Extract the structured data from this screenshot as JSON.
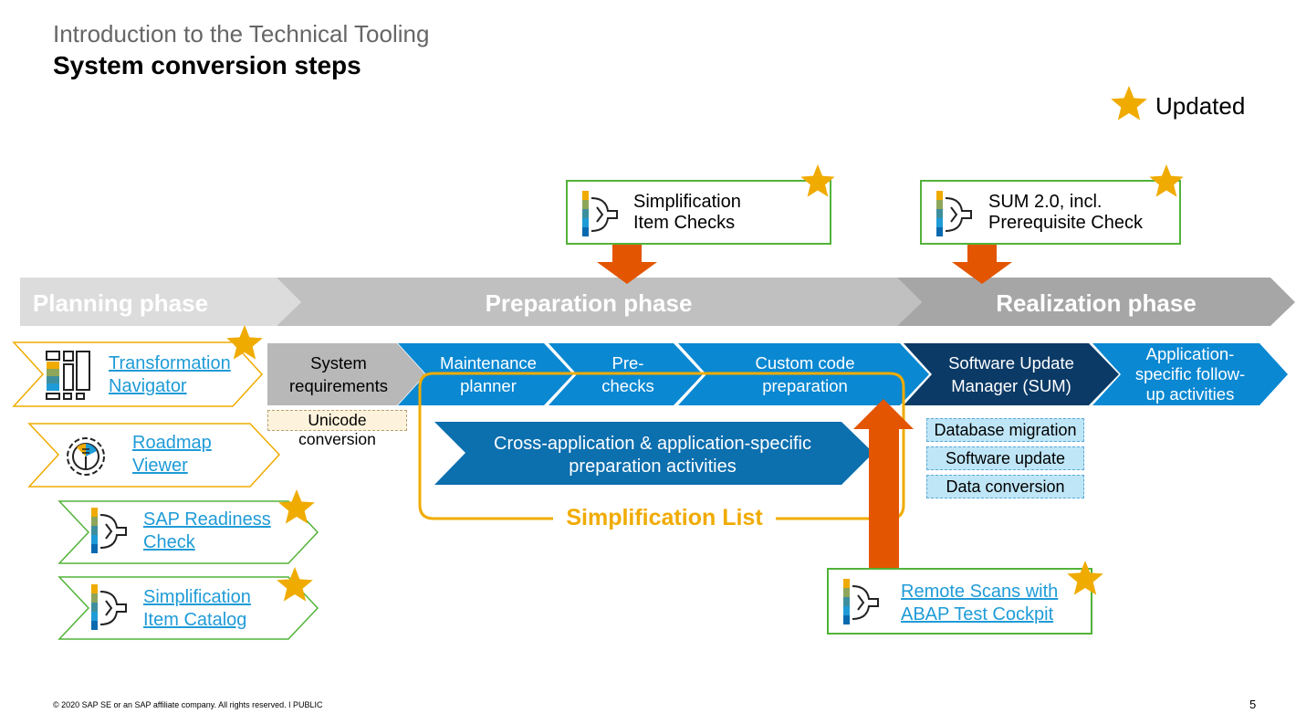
{
  "header": {
    "subtitle": "Introduction to the Technical Tooling",
    "title": "System conversion steps"
  },
  "legend": {
    "label": "Updated",
    "icon": "star-icon",
    "color": "#f0ab00"
  },
  "phases": {
    "planning": "Planning phase",
    "preparation": "Preparation phase",
    "realization": "Realization phase"
  },
  "steps": {
    "system_requirements": {
      "line1": "System",
      "line2": "requirements"
    },
    "unicode_conversion": "Unicode conversion",
    "maintenance_planner": {
      "line1": "Maintenance",
      "line2": "planner"
    },
    "prechecks": {
      "line1": "Pre-",
      "line2": "checks"
    },
    "custom_code": {
      "line1": "Custom code",
      "line2": "preparation"
    },
    "sum": {
      "line1": "Software Update",
      "line2": "Manager (SUM)"
    },
    "followup": {
      "line1": "Application-",
      "line2": "specific follow-",
      "line3": "up activities"
    }
  },
  "cross_app": {
    "line1": "Cross-application & application-specific",
    "line2": "preparation activities"
  },
  "simplification_list": "Simplification List",
  "sum_tasks": [
    "Database migration",
    "Software update",
    "Data conversion"
  ],
  "tools_top": {
    "simplification_item_checks": {
      "line1": "Simplification",
      "line2": "Item Checks"
    },
    "sum_prereq": {
      "line1": "SUM 2.0, incl.",
      "line2": "Prerequisite Check"
    }
  },
  "tools_left": {
    "transformation_navigator": {
      "line1": "Transformation",
      "line2": "Navigator"
    },
    "roadmap_viewer": {
      "line1": "Roadmap",
      "line2": "Viewer"
    },
    "readiness_check": {
      "line1": "SAP Readiness",
      "line2": "Check"
    },
    "item_catalog": {
      "line1": "Simplification",
      "line2": "Item Catalog"
    }
  },
  "remote_scans": {
    "line1": "Remote Scans with",
    "line2": "ABAP Test Cockpit"
  },
  "colors": {
    "star": "#f0ab00",
    "orange_arrow": "#e35500",
    "light_blue": "#0a88d2",
    "dark_blue": "#0b3a66",
    "mid_blue": "#0c6fae",
    "green_border": "#52b339",
    "yellow_border": "#f0ab00"
  },
  "footer": {
    "copyright": "© 2020 SAP SE or an SAP affiliate company. All rights reserved.  ǀ  PUBLIC",
    "page": "5"
  }
}
